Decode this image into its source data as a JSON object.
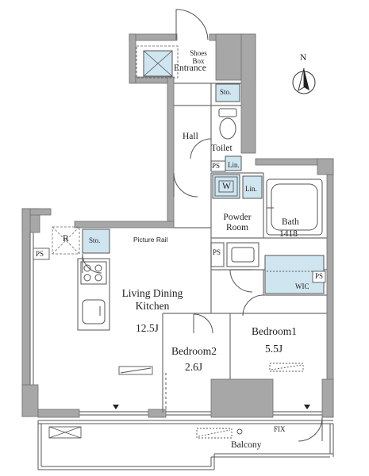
{
  "north_label": "N",
  "rooms": {
    "shoes_box": "Shoes\nBox",
    "entrance": "Entrance",
    "storage_entrance": "Sto.",
    "hall": "Hall",
    "toilet": "Toilet",
    "ps_toilet": "PS",
    "lin_toilet": "Lin.",
    "washer": "W",
    "lin_wash": "Lin.",
    "powder_room": "Powder\nRoom",
    "bath": "Bath",
    "bath_size": "1418",
    "ps_powder": "PS",
    "ps_wic": "PS",
    "wic": "WIC",
    "refrigerator": "R",
    "storage_living": "Sto.",
    "picture_rail": "Picture Rail",
    "ps_living": "PS",
    "living": "Living Dining\nKitchen",
    "living_size": "12.5J",
    "bedroom2": "Bedroom2",
    "bedroom2_size": "2.6J",
    "bedroom1": "Bedroom1",
    "bedroom1_size": "5.5J",
    "fix": "FIX",
    "balcony": "Balcony"
  },
  "colors": {
    "wall": "#a7a7a7",
    "wall_edge": "#6f6f6f",
    "storage_fill": "#cfe5f0",
    "line": "#555555"
  }
}
